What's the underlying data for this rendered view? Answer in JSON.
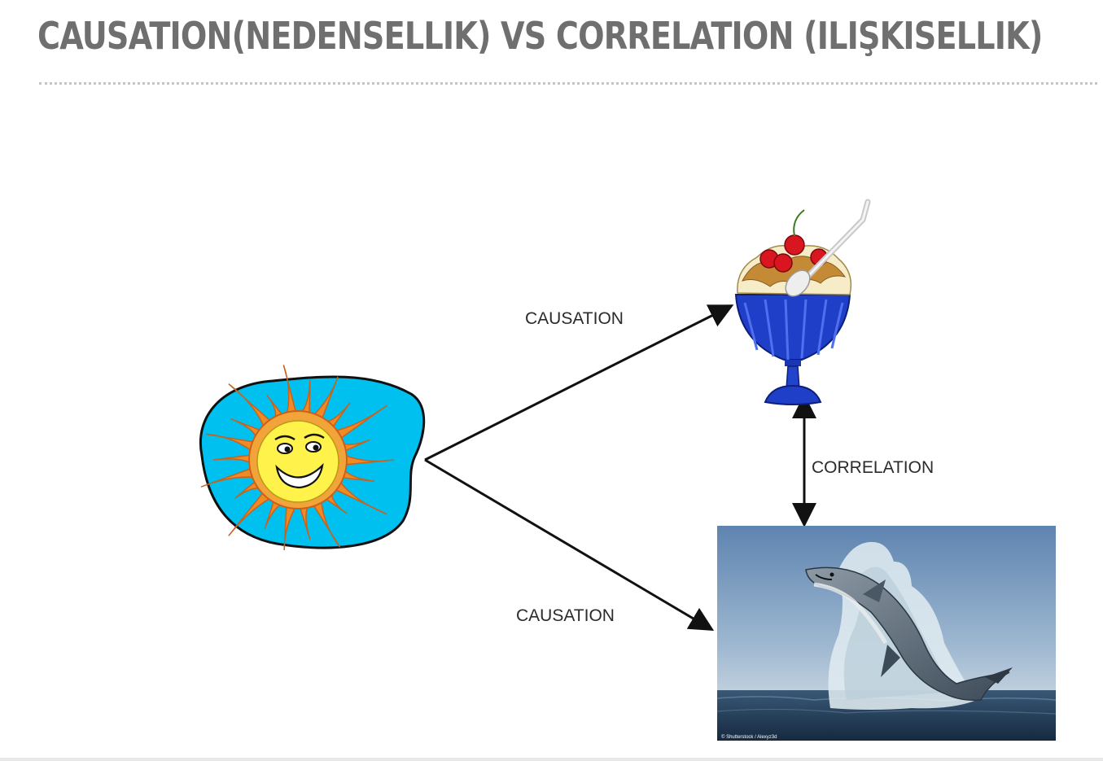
{
  "slide": {
    "title": "CAUSATION(NEDENSELLIK) VS CORRELATION (ILIŞKISELLIK)"
  },
  "labels": {
    "causation_top": "CAUSATION",
    "causation_bottom": "CAUSATION",
    "correlation": "CORRELATION"
  },
  "shark_photo": {
    "credit": "© Shutterstock / Alexyz3d"
  },
  "colors": {
    "title": "#6f6f6f",
    "sun_background": "#00c0f0",
    "sun_rays": "#f08a24",
    "sun_face": "#fff24a",
    "bowl": "#1f3fc8",
    "sky": "#7d9fc2",
    "sea": "#24405c"
  }
}
